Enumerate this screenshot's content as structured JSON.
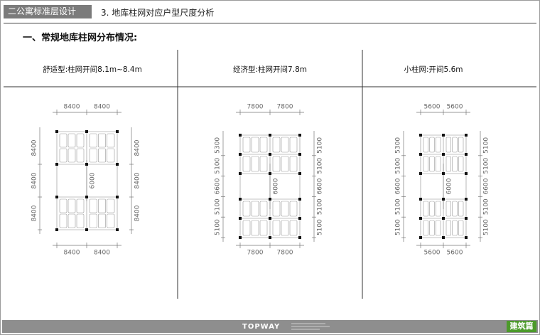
{
  "header": {
    "tab_label": "二公寓标准层设计",
    "page_title": "3. 地库柱网对应户型尺度分析"
  },
  "section": {
    "title": "一、常规地库柱网分布情况:"
  },
  "columns": [
    {
      "heading": "舒适型:柱网开间8.1m~8.4m",
      "top_dims": [
        "8400",
        "8400"
      ],
      "bottom_dims": [
        "8400",
        "8400"
      ],
      "left_dims": [
        "8400",
        "8400",
        "8400"
      ],
      "right_dims": [
        "8400",
        "8400",
        "8400"
      ],
      "middle_dim": "6000"
    },
    {
      "heading": "经济型:柱网开间7.8m",
      "top_dims": [
        "7800",
        "7800"
      ],
      "bottom_dims": [
        "7800",
        "7800"
      ],
      "left_dims": [
        "5100",
        "5100",
        "6600",
        "5100",
        "5300"
      ],
      "right_dims": [
        "5100",
        "5100",
        "6600",
        "5100",
        "5100"
      ],
      "middle_dim": "6000"
    },
    {
      "heading": "小柱网:开间5.6m",
      "top_dims": [
        "5600",
        "5600"
      ],
      "bottom_dims": [
        "5600",
        "5600"
      ],
      "left_dims": [
        "5100",
        "5100",
        "6600",
        "5100",
        "5300"
      ],
      "right_dims": [
        "5100",
        "5100",
        "6600",
        "5100",
        "5100"
      ],
      "middle_dim": "6000"
    }
  ],
  "footer": {
    "logo": "TOPWAY",
    "badge": "建筑篇"
  }
}
